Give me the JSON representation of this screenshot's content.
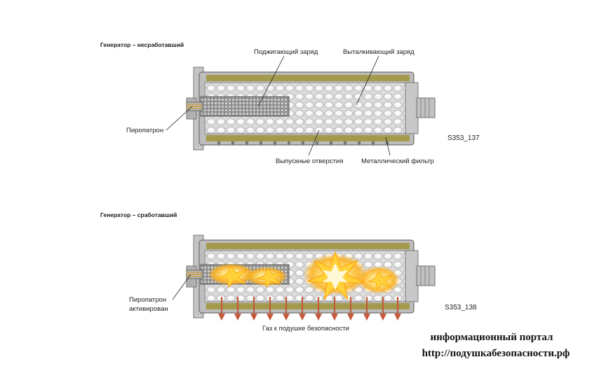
{
  "top": {
    "title": "Генератор – несработавший",
    "labels": {
      "igniter_charge": "Поджигающий заряд",
      "propellant_charge": "Выталкивающий заряд",
      "squib": "Пиропатрон",
      "outlet_holes": "Выпускные отверстия",
      "metal_filter": "Металлический фильтр"
    },
    "code": "S353_137"
  },
  "bottom": {
    "title": "Генератор – сработавший",
    "labels": {
      "squib_line1": "Пиропатрон",
      "squib_line2": "активирован",
      "gas_to_airbag": "Газ к подушке безопасности"
    },
    "code": "S353_138"
  },
  "portal": {
    "line1": "информационный портал",
    "line2": "http://подушкабезопасности.рф"
  },
  "colors": {
    "housing": "#b7b7b7",
    "housing_dark": "#8f8f8f",
    "filter_band": "#a8a05a",
    "pellet": "#e4e4e4",
    "igniter": "#9a9a9a",
    "squib_pin": "#c9a24a",
    "gas_arrow": "#c45a3c",
    "flash": "#ffc21a"
  },
  "icons": [
    "gas-arrow-icon",
    "explosion-icon"
  ]
}
